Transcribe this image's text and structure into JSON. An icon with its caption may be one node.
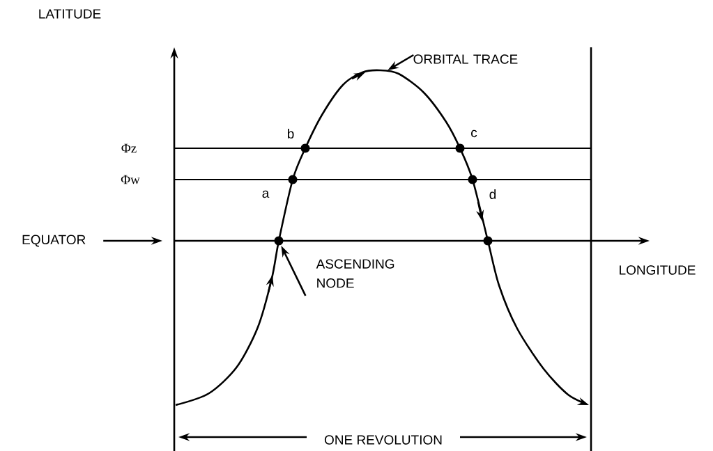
{
  "diagram": {
    "nodes": [
      {
        "text": [
          "ORBITAL TRACE"
        ]
      },
      {
        "text": [
          "EQUATOR"
        ]
      },
      {
        "text": [
          "ASCENDING NODE"
        ]
      },
      {
        "text": [],
        "shape": "circle"
      },
      {
        "text": [],
        "shape": "circle"
      },
      {
        "text": [],
        "shape": "circle"
      },
      {
        "text": [],
        "shape": "circle"
      },
      {
        "text": [],
        "shape": "circle"
      },
      {
        "text": [],
        "shape": "circle"
      }
    ],
    "edges": [
      {
        "from": 0,
        "to": null,
        "arrow": "to"
      },
      {
        "from": 1,
        "to": null,
        "arrow": "to"
      },
      {
        "from": 2,
        "to": 7,
        "arrow": "to"
      }
    ],
    "labels": [
      "LATITUDE",
      "Φz",
      "b",
      "c",
      "Φw",
      "a",
      "d",
      "LONGITUDE",
      "ONE REVOLUTION"
    ]
  }
}
